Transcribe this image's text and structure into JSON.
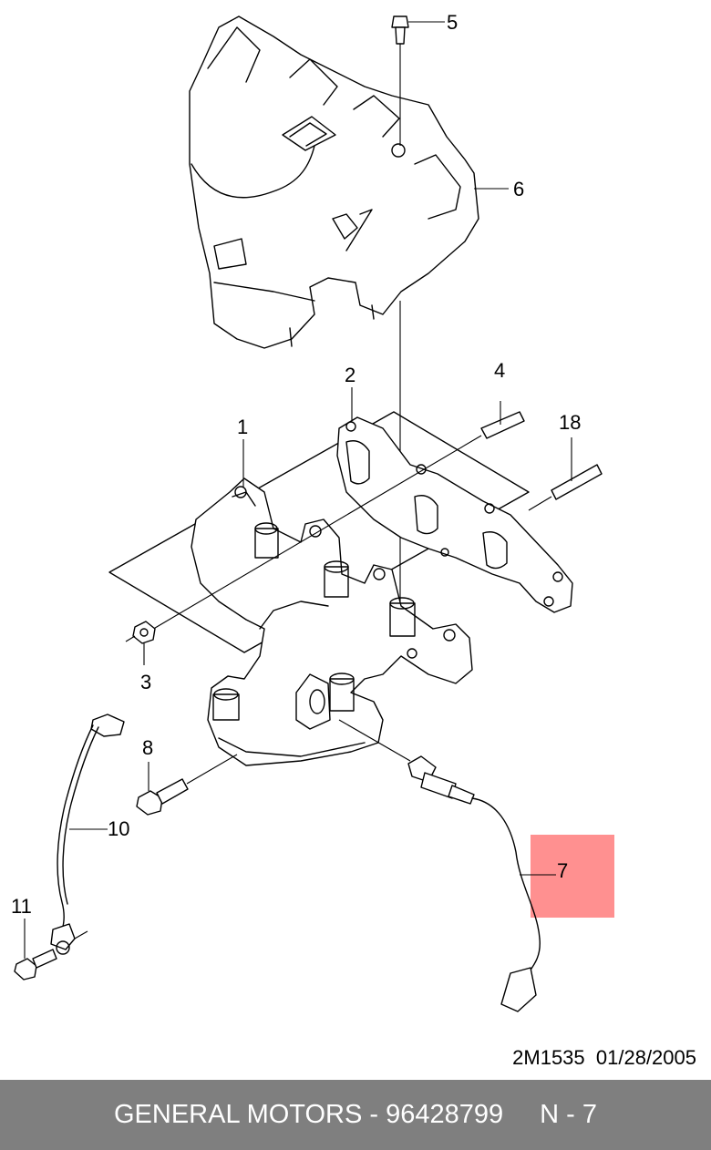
{
  "diagram": {
    "callouts": [
      "1",
      "2",
      "3",
      "4",
      "5",
      "6",
      "7",
      "8",
      "10",
      "11",
      "18"
    ],
    "code": "2M1535",
    "date": "01/28/2005",
    "highlight_color": "#ff8a8a"
  },
  "footer": {
    "brand": "GENERAL MOTORS",
    "separator": " - ",
    "part_number": "96428799",
    "position": "N - 7",
    "background": "#7f7f7f"
  }
}
